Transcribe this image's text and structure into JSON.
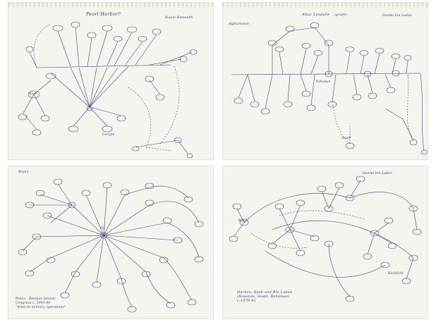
{
  "sheets": [
    {
      "title": "Pearl Harbor?",
      "labels": {
        "top_right": "Nazis Kenneth",
        "left_hub": "Bush",
        "bottom_center": "Carlyle"
      }
    },
    {
      "title": "Attac Laudalle",
      "labels": {
        "top_right_a": "(graph)",
        "top_right_b": "Osama bin Laden",
        "left": "Afghanistan",
        "center_small": "Pakistan",
        "bottom": "Saudi"
      }
    },
    {
      "title": "",
      "labels": {
        "top_left": "Bayan",
        "center_node": "ISI",
        "bottom_note": "Notes - Bosnian Islamic\nCongress c. 1993-94\n\"Arms to military operations\""
      }
    },
    {
      "title": "",
      "labels": {
        "top_right": "Osama bin Laden",
        "left_node": "BCCI",
        "right_node": "Rockford",
        "bottom_note": "Harken, Bush and Bin Laden\n(Houston, Saudi, Bahamas)\nc.1979-91"
      }
    }
  ]
}
